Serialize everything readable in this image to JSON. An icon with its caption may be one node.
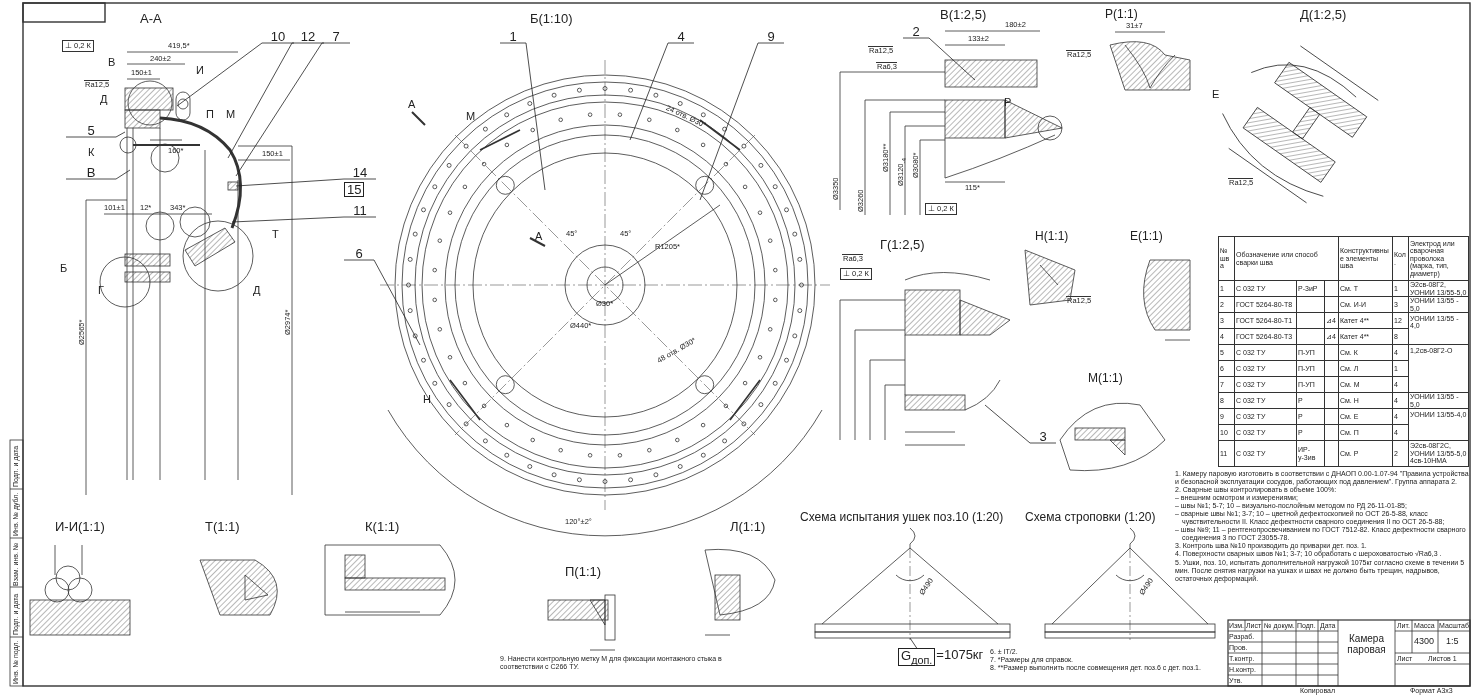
{
  "diagram": {
    "nodes": [
      {
        "text": [
          "10"
        ]
      },
      {
        "text": [
          "12"
        ]
      },
      {
        "text": [
          "7"
        ]
      },
      {
        "text": [
          "1"
        ]
      },
      {
        "text": [
          "4"
        ]
      },
      {
        "text": [
          "9"
        ]
      },
      {
        "text": [
          "2"
        ]
      },
      {
        "text": [
          "5"
        ]
      },
      {
        "text": [
          "В"
        ]
      },
      {
        "text": [
          "14"
        ]
      },
      {
        "text": [
          "15"
        ]
      },
      {
        "text": [
          "11"
        ]
      },
      {
        "text": [
          "6"
        ]
      },
      {
        "text": [
          "3"
        ]
      },
      {
        "text": [
          "G$_{доп.}$"
        ],
        "beside": [
          "=1075кг"
        ]
      }
    ],
    "edges": [
      {
        "from": 0,
        "to": null,
        "arrow": "none"
      },
      {
        "from": 1,
        "to": null,
        "arrow": "none"
      },
      {
        "from": 2,
        "to": null,
        "arrow": "none"
      },
      {
        "from": 3,
        "to": null,
        "arrow": "none"
      },
      {
        "from": 4,
        "to": null,
        "arrow": "none"
      },
      {
        "from": 5,
        "to": null,
        "arrow": "none"
      },
      {
        "from": 6,
        "to": null,
        "arrow": "none"
      },
      {
        "from": 7,
        "to": null,
        "arrow": "none"
      },
      {
        "from": 8,
        "to": null,
        "arrow": "none"
      },
      {
        "from": 9,
        "to": null,
        "arrow": "none"
      },
      {
        "from": 11,
        "to": null,
        "arrow": "none"
      },
      {
        "from": 12,
        "to": null,
        "arrow": "none"
      },
      {
        "from": 13,
        "to": null,
        "arrow": "none"
      },
      {
        "from": 14,
        "to": null,
        "arrow": "none"
      }
    ],
    "labels": [
      "А-А",
      "Б(1:10)",
      "В(1:2,5)",
      "Р(1:1)",
      "Д(1:2,5)",
      "419,5*",
      "240±2",
      "150±1",
      "160*",
      "101±1",
      "12*",
      "343*",
      "150±1",
      "Б",
      "Ø3350",
      "Ø3260",
      "Ø3180**",
      "Ø3120$_{-4}$",
      "Ø3080*",
      "180±2",
      "133±2",
      "115*",
      "31±7",
      "R1205*",
      "45°",
      "45°",
      "Ø440*",
      "Ø30*",
      "Н(1:1)",
      "Е(1:1)",
      "Г(1:2,5)",
      "М(1:1)",
      "120°±2°",
      "И-И(1:1)",
      "Т(1:1)",
      "К(1:1)",
      "П(1:1)",
      "Л(1:1)",
      "Схема испытания ушек поз.10 (1:20)",
      "Схема строповки (1:20)",
      "Ø490",
      "Ø490",
      "24 отв. Ø30*",
      "48 отв. Ø30*",
      "Ø2565*",
      "Ø2974*",
      "В",
      "Д",
      "К",
      "И",
      "П",
      "М",
      "Т",
      "Г",
      "Д",
      "А",
      "А",
      "М",
      "Н",
      "Р",
      "Е",
      "⊥ 0,2 К",
      "⊥ 0,2 К",
      "⊥ 0,2 К",
      "Ra12,5",
      "Ra6,3",
      "Ra12,5",
      "Ra12,5",
      "Ra12,5",
      "Ra6,3",
      "Ra12,5",
      "№ шва",
      "Обозначение или способ сварки шва",
      "Конструктивные элементы шва",
      "Кол.",
      "Электрод или сварочная проволока (марка, тип, диаметр)",
      "1",
      "С 032 ТУ",
      "Р-3иР",
      "См. Т",
      "1",
      "Э2св-08Г2, УОНИИ 13/55-5,0",
      "2",
      "ГОСТ 5264-80-Т8",
      "См. И-И",
      "3",
      "УОНИИ 13/55 - 5,0",
      "3",
      "ГОСТ 5264-80-Т1",
      "⊿4",
      "Катет 4**",
      "12",
      "УОНИИ 13/55 - 4,0",
      "4",
      "ГОСТ 5264-80-Т3",
      "⊿4",
      "Катет 4**",
      "8",
      "5",
      "С 032 ТУ",
      "П-УП",
      "См. К",
      "4",
      "1,2св-08Г2-О",
      "6",
      "С 032 ТУ",
      "П-УП",
      "См. Л",
      "1",
      "7",
      "С 032 ТУ",
      "П-УП",
      "См. М",
      "4",
      "8",
      "С 032 ТУ",
      "Р",
      "См. Н",
      "4",
      "УОНИИ 13/55 - 5,0",
      "9",
      "С 032 ТУ",
      "Р",
      "См. Е",
      "4",
      "УОНИИ 13/55-4,0",
      "10",
      "С 032 ТУ",
      "Р",
      "См. П",
      "4",
      "11",
      "С 032 ТУ",
      "ИР-у-3ив",
      "См. Р",
      "2",
      "Э2св-08Г2С, УОНИИ 13/55-5,0 4св-10НМА",
      "1. Камеру паровую изготовить в соответствии с ДНАОП 0.00-1.07-94 \"Правила устройства и безопасной эксплуатации сосудов, работающих под давлением\". Группа аппарата 2.",
      "2. Сварные швы контролировать в объеме 100%:",
      "– внешним осмотром и измерениями;",
      "– швы №1; 5-7; 10 – визуально-послойным методом по РД 26-11-01-85;",
      "– сварные швы №1; 3-7; 10 – цветной дефектоскопией по ОСТ 26-5-88, класс чувствительности II. Класс дефектности сварного соединения II по ОСТ 26-5-88;",
      "– швы №9; 11 – рентгенопросвечиванием по ГОСТ 7512-82. Класс дефектности сварного соединения 3 по ГОСТ 23055-78.",
      "3. Контроль шва №10 производить до приварки дет. поз. 1.",
      "4. Поверхности сварных швов №1; 3-7; 10 обработать с шероховатостью √Ra6,3 .",
      "5. Ушки, поз. 10, испытать дополнительной нагрузкой 1075кг согласно схеме в течении 5 мин. После снятия нагрузки на ушках и швах не должно быть трещин, надрывов, остаточных деформаций.",
      "9. Нанести контрольную метку М для фиксации монтажного стыка в соответствии с С266 ТУ.",
      "6. ± IT/2.",
      "7. *Размеры для справок.",
      "8. **Размер выполнить после совмещения дет. поз.6 с дет. поз.1.",
      "Изм.",
      "Лист",
      "№ докум.",
      "Подп.",
      "Дата",
      "Разраб.",
      "Пров.",
      "Т.контр.",
      "Н.контр.",
      "Утв.",
      "Камера паровая",
      "Лит.",
      "Масса",
      "Масштаб",
      "4300",
      "1:5",
      "Лист",
      "Листов 1",
      "Копировал",
      "Формат А3х3",
      "Инв. № подл.",
      "Подп. и дата",
      "Взам. инв. №",
      "Инв. № дубл.",
      "Подп. и дата"
    ]
  }
}
